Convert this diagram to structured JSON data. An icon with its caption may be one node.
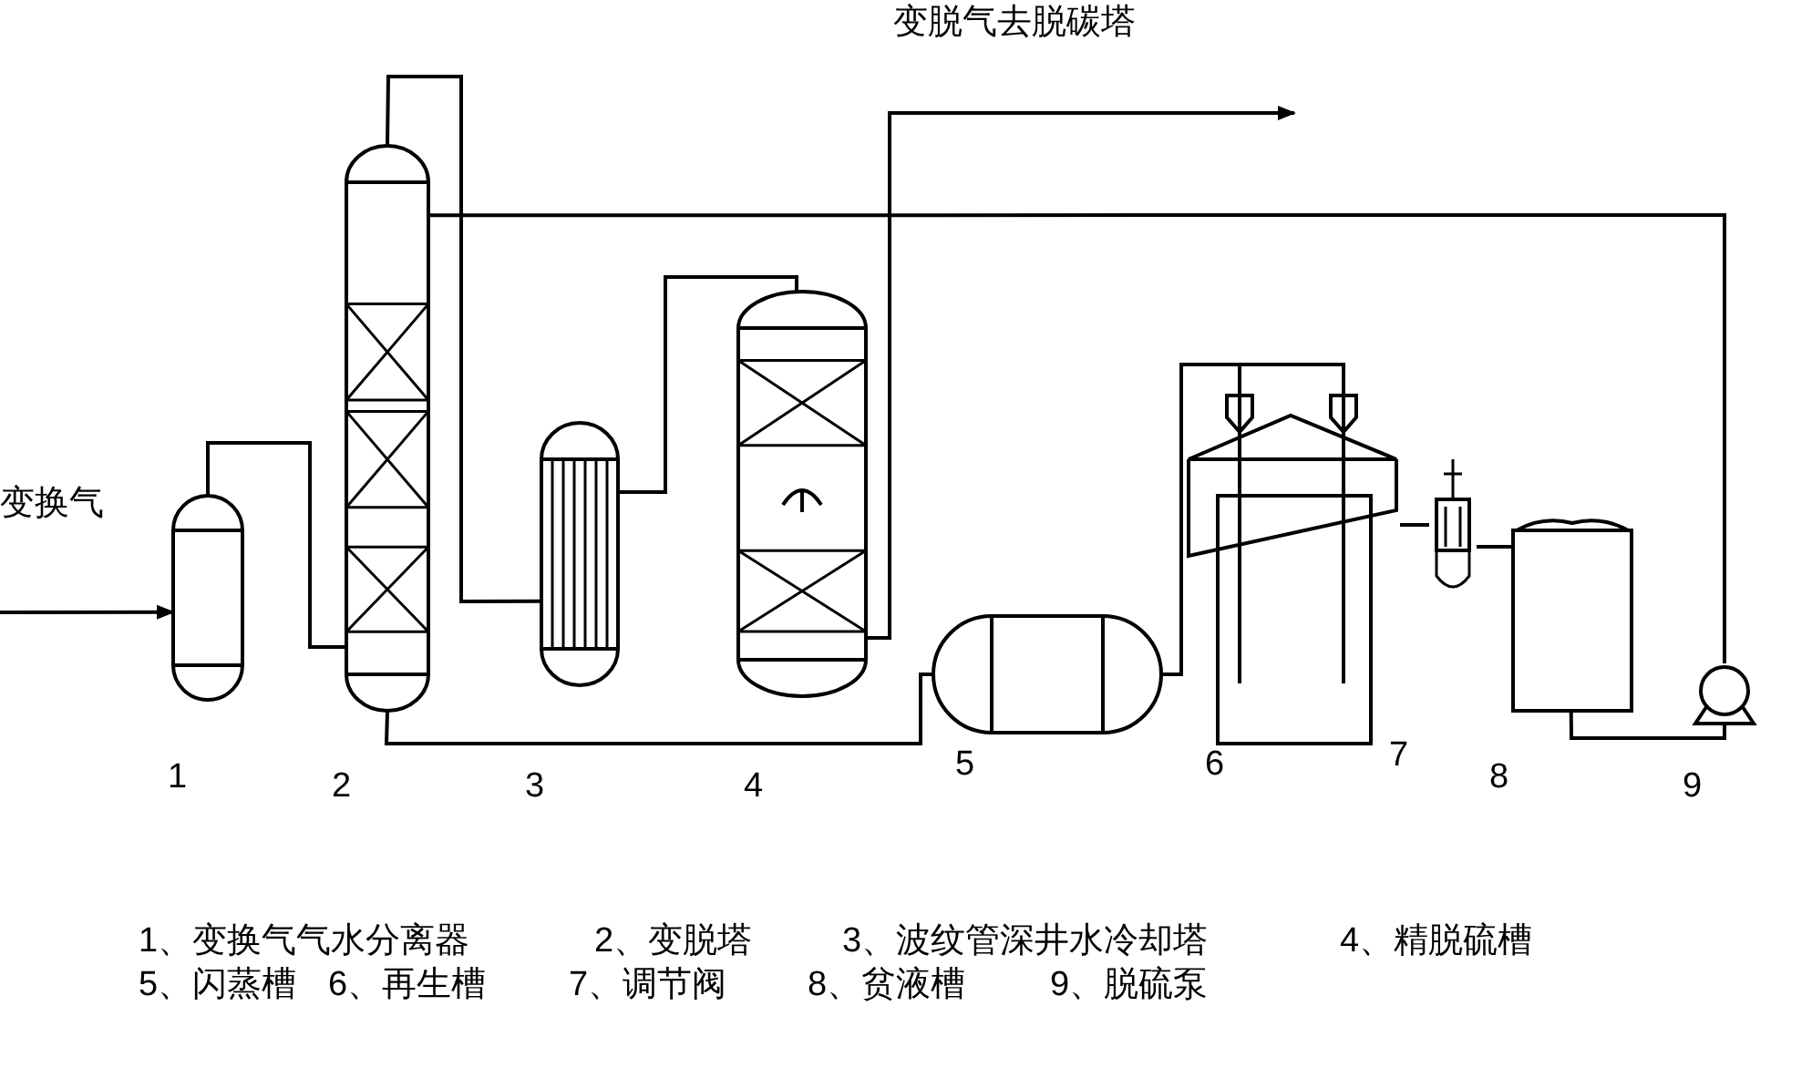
{
  "diagram": {
    "nodes": [
      {
        "text": [],
        "shape": "cylinder"
      },
      {
        "text": [],
        "shape": "cylinder"
      },
      {
        "text": [],
        "shape": "cylinder"
      },
      {
        "text": [],
        "shape": "cylinder"
      },
      {
        "text": [],
        "shape": "cylinder"
      },
      {
        "text": [],
        "shape": "box"
      },
      {
        "text": [],
        "shape": "valve"
      },
      {
        "text": [],
        "shape": "box"
      },
      {
        "text": [],
        "shape": "pump"
      }
    ],
    "edges": [
      {
        "from": null,
        "to": 0,
        "arrow": "to"
      },
      {
        "from": 0,
        "to": 1,
        "arrow": "none"
      },
      {
        "from": 1,
        "to": 2,
        "arrow": "none"
      },
      {
        "from": 2,
        "to": 3,
        "arrow": "none"
      },
      {
        "from": 3,
        "to": null,
        "arrow": "to"
      },
      {
        "from": 1,
        "to": 4,
        "arrow": "none"
      },
      {
        "from": 4,
        "to": 5,
        "arrow": "none"
      },
      {
        "from": 5,
        "to": 6,
        "arrow": "none"
      },
      {
        "from": 6,
        "to": 7,
        "arrow": "none"
      },
      {
        "from": 7,
        "to": 8,
        "arrow": "none"
      },
      {
        "from": 8,
        "to": 1,
        "arrow": "none"
      }
    ],
    "labels": [
      "变脱气去脱碳塔",
      "变换气",
      "1",
      "2",
      "3",
      "4",
      "5",
      "6",
      "7",
      "8",
      "9",
      "1、变换气气水分离器",
      "2、变脱塔",
      "3、波纹管深井水冷却塔",
      "4、精脱硫槽",
      "5、闪蒸槽",
      "6、再生槽",
      "7、调节阀",
      "8、贫液槽",
      "9、脱硫泵"
    ]
  }
}
